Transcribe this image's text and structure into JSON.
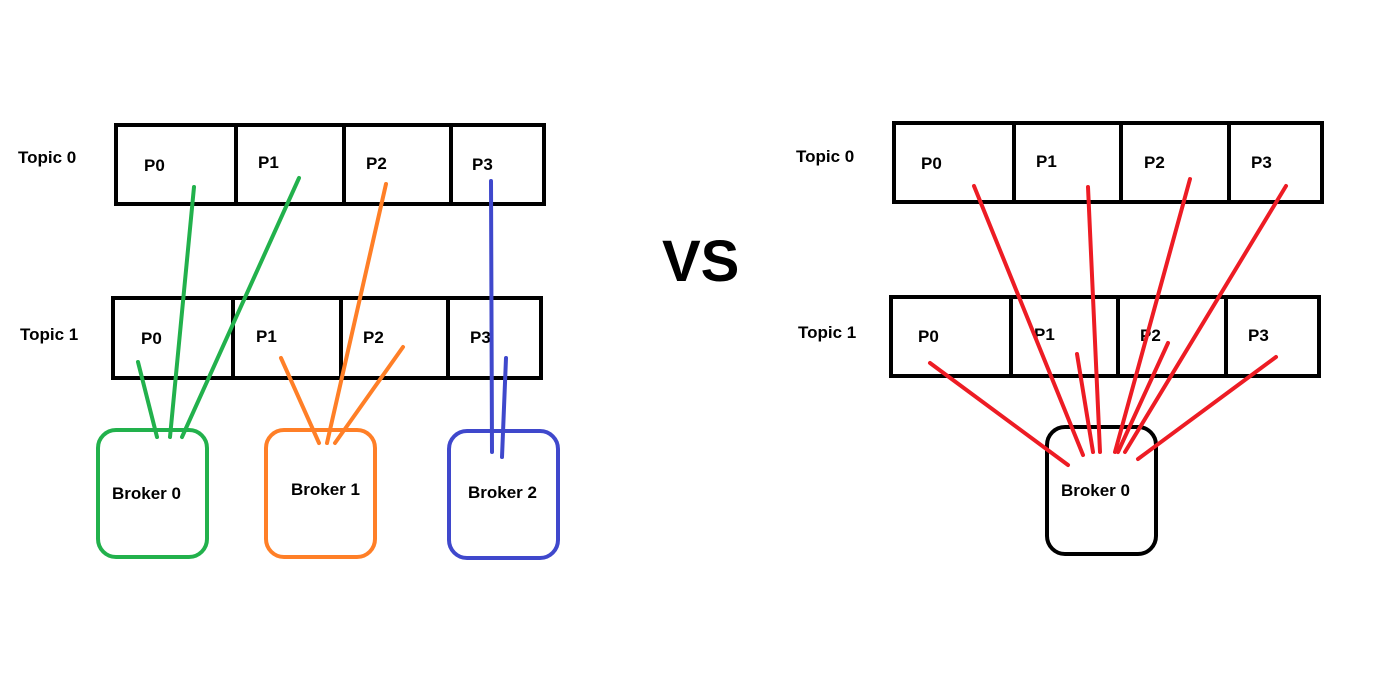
{
  "left": {
    "topics": [
      {
        "label": "Topic 0",
        "partitions": [
          "P0",
          "P1",
          "P2",
          "P3"
        ]
      },
      {
        "label": "Topic 1",
        "partitions": [
          "P0",
          "P1",
          "P2",
          "P3"
        ]
      }
    ],
    "brokers": [
      {
        "label": "Broker 0",
        "color": "#22b14c"
      },
      {
        "label": "Broker 1",
        "color": "#ff7f27"
      },
      {
        "label": "Broker 2",
        "color": "#3f48cc"
      }
    ]
  },
  "separator": "VS",
  "right": {
    "topics": [
      {
        "label": "Topic 0",
        "partitions": [
          "P0",
          "P1",
          "P2",
          "P3"
        ]
      },
      {
        "label": "Topic 1",
        "partitions": [
          "P0",
          "P1",
          "P2",
          "P3"
        ]
      }
    ],
    "brokers": [
      {
        "label": "Broker 0",
        "color": "#000000"
      }
    ],
    "link_color": "#ed1c24"
  }
}
